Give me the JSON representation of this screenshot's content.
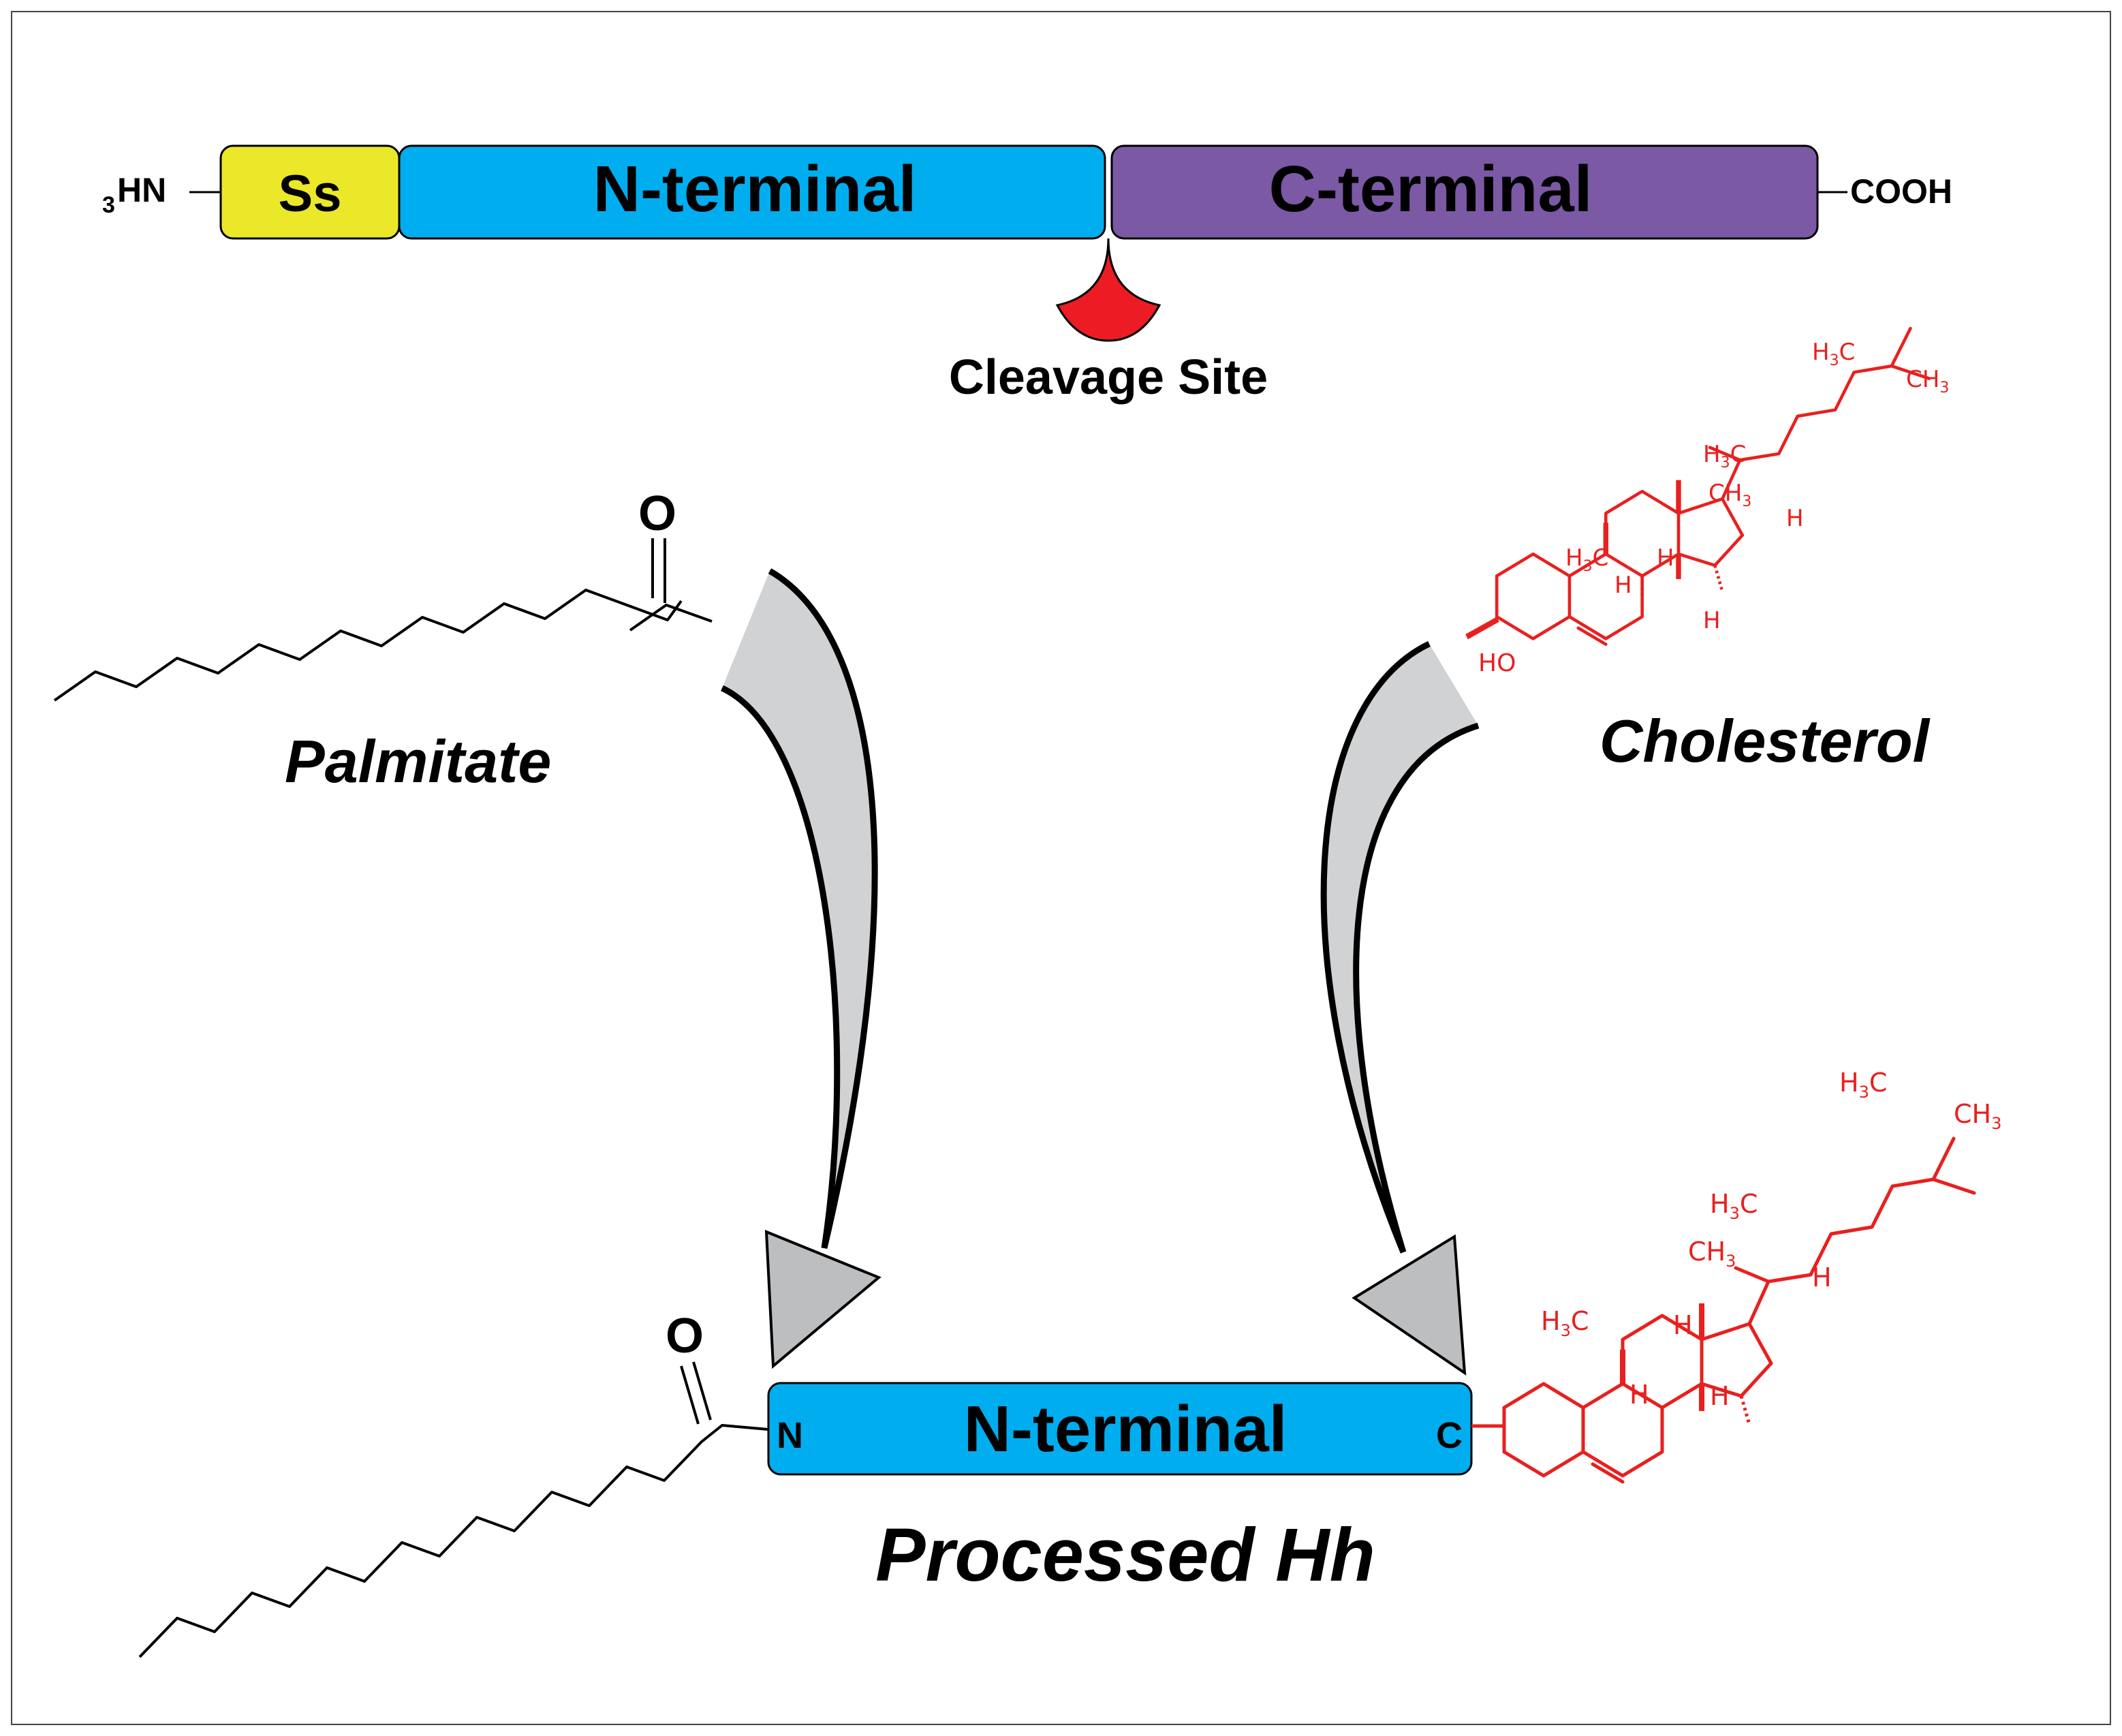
{
  "colors": {
    "signal_sequence": "#ebe829",
    "n_terminal": "#00aeef",
    "c_terminal": "#7b59a5",
    "cleavage_marker": "#ed1c24",
    "cholesterol": "#e8201f",
    "arrow_fill": "#d1d2d4",
    "arrowhead_fill": "#bcbec0"
  },
  "precursor": {
    "n_end_subscript": "3",
    "n_end_label": "HN",
    "signal_sequence": "Ss",
    "n_terminal": "N-terminal",
    "c_terminal": "C-terminal",
    "c_end_label": "COOH",
    "cleavage_label": "Cleavage Site"
  },
  "palmitate": {
    "oxygen": "O",
    "label": "Palmitate"
  },
  "cholesterol": {
    "label": "Cholesterol",
    "hydroxyl": "HO",
    "h": "H",
    "h3c": "H",
    "sub3": "3",
    "c": "C",
    "ch3": "CH",
    "icon": "cholesterol-structure-icon"
  },
  "processed": {
    "oxygen": "O",
    "n_end": "N",
    "domain": "N-terminal",
    "c_end": "C",
    "label": "Processed Hh"
  }
}
